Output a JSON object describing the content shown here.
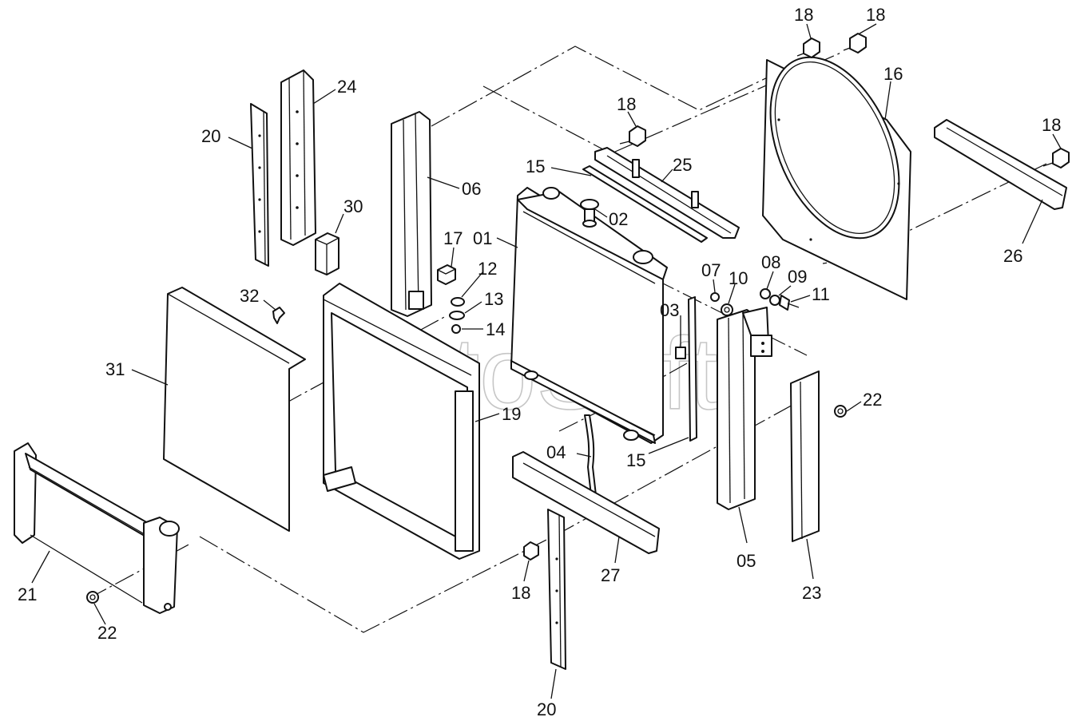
{
  "watermark": "AutoSoft",
  "callouts": [
    {
      "id": "c18a",
      "label": "18"
    },
    {
      "id": "c18b",
      "label": "18"
    },
    {
      "id": "c16",
      "label": "16"
    },
    {
      "id": "c18c",
      "label": "18"
    },
    {
      "id": "c18d",
      "label": "18"
    },
    {
      "id": "c24",
      "label": "24"
    },
    {
      "id": "c20a",
      "label": "20"
    },
    {
      "id": "c06",
      "label": "06"
    },
    {
      "id": "c15a",
      "label": "15"
    },
    {
      "id": "c25",
      "label": "25"
    },
    {
      "id": "c02",
      "label": "02"
    },
    {
      "id": "c30",
      "label": "30"
    },
    {
      "id": "c17",
      "label": "17"
    },
    {
      "id": "c01",
      "label": "01"
    },
    {
      "id": "c12",
      "label": "12"
    },
    {
      "id": "c13",
      "label": "13"
    },
    {
      "id": "c14",
      "label": "14"
    },
    {
      "id": "c32",
      "label": "32"
    },
    {
      "id": "c07",
      "label": "07"
    },
    {
      "id": "c10",
      "label": "10"
    },
    {
      "id": "c08",
      "label": "08"
    },
    {
      "id": "c09",
      "label": "09"
    },
    {
      "id": "c11",
      "label": "11"
    },
    {
      "id": "c26",
      "label": "26"
    },
    {
      "id": "c03",
      "label": "03"
    },
    {
      "id": "c31",
      "label": "31"
    },
    {
      "id": "c19",
      "label": "19"
    },
    {
      "id": "c22a",
      "label": "22"
    },
    {
      "id": "c04",
      "label": "04"
    },
    {
      "id": "c15b",
      "label": "15"
    },
    {
      "id": "c05",
      "label": "05"
    },
    {
      "id": "c27",
      "label": "27"
    },
    {
      "id": "c18e",
      "label": "18"
    },
    {
      "id": "c21",
      "label": "21"
    },
    {
      "id": "c22b",
      "label": "22"
    },
    {
      "id": "c23",
      "label": "23"
    },
    {
      "id": "c20b",
      "label": "20"
    }
  ]
}
